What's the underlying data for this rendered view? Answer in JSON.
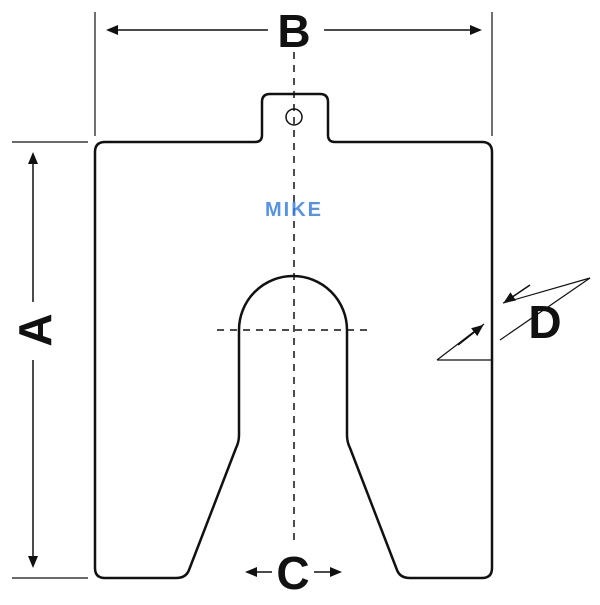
{
  "labels": {
    "A": "A",
    "B": "B",
    "C": "C",
    "D": "D"
  },
  "watermark": {
    "text": "MIKE",
    "color_primary": "#3a7fe0",
    "color_secondary": "#e53935"
  },
  "colors": {
    "outline": "#111111",
    "background": "#ffffff"
  }
}
